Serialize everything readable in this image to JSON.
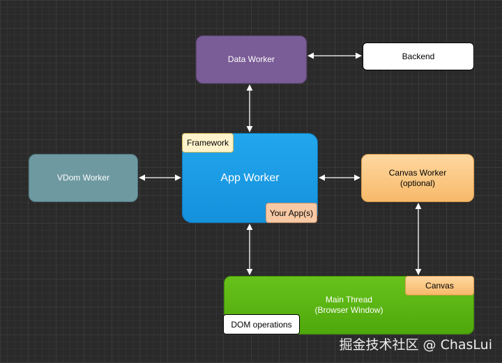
{
  "nodes": {
    "data_worker": "Data Worker",
    "backend": "Backend",
    "vdom_worker": "VDom Worker",
    "app_worker": "App Worker",
    "canvas_worker": "Canvas Worker\n(optional)",
    "main_thread": "Main Thread\n(Browser Window)"
  },
  "tags": {
    "framework": "Framework",
    "your_apps": "Your App(s)",
    "canvas": "Canvas",
    "dom_operations": "DOM operations"
  },
  "colors": {
    "data_worker": "#7a5c96",
    "vdom_worker": "#6f99a1",
    "app_worker": "#1591dc",
    "canvas_worker": "#f7b96a",
    "main_thread": "#4ea80c",
    "arrow": "#ffffff"
  },
  "watermark": "掘金技术社区 @ ChasLui"
}
